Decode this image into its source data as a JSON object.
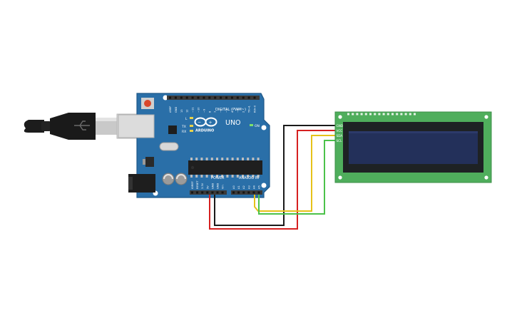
{
  "colors": {
    "background": "#ffffff",
    "board": "#2a6fa8",
    "board_dark": "#1f5888",
    "header": "#3a3a3a",
    "pin_text": "#ffffff",
    "lcd_pcb": "#4fae5c",
    "lcd_frame": "#1e2224",
    "lcd_screen": "#23305a",
    "wire_black": "#1a1a1a",
    "wire_red": "#d62020",
    "wire_yellow": "#e6c21a",
    "wire_green": "#4cc24a",
    "usb_plug": "#1c1c1c",
    "usb_metal": "#c8c8c8",
    "reset_button": "#d9472b"
  },
  "board": {
    "logo_text": "ARDUINO",
    "model": "UNO",
    "digital_label": "DIGITAL (PWM~)",
    "analog_label": "ANALOG IN",
    "power_label": "POWER",
    "tx_label": "TX",
    "rx_label": "RX",
    "l_label": "L",
    "on_label": "ON",
    "digital_pins": [
      "AREF",
      "GND",
      "13",
      "12",
      "~11",
      "~10",
      "~9",
      "8",
      "7",
      "~6",
      "~5",
      "4",
      "~3",
      "2",
      "TX→1",
      "RX←0"
    ],
    "power_pins": [
      "IOREF",
      "RESET",
      "3.3V",
      "5V",
      "GND",
      "GND",
      "Vin"
    ],
    "analog_pins": [
      "A0",
      "A1",
      "A2",
      "A3",
      "A4",
      "A5"
    ]
  },
  "lcd": {
    "pins": [
      "GND",
      "VCC",
      "SDA",
      "SCL"
    ]
  },
  "wires": [
    {
      "name": "gnd-wire",
      "color": "black",
      "from": "GND",
      "to": "GND"
    },
    {
      "name": "vcc-wire",
      "color": "red",
      "from": "5V",
      "to": "VCC"
    },
    {
      "name": "sda-wire",
      "color": "yellow",
      "from": "A4",
      "to": "SDA"
    },
    {
      "name": "scl-wire",
      "color": "green",
      "from": "A5",
      "to": "SCL"
    }
  ]
}
